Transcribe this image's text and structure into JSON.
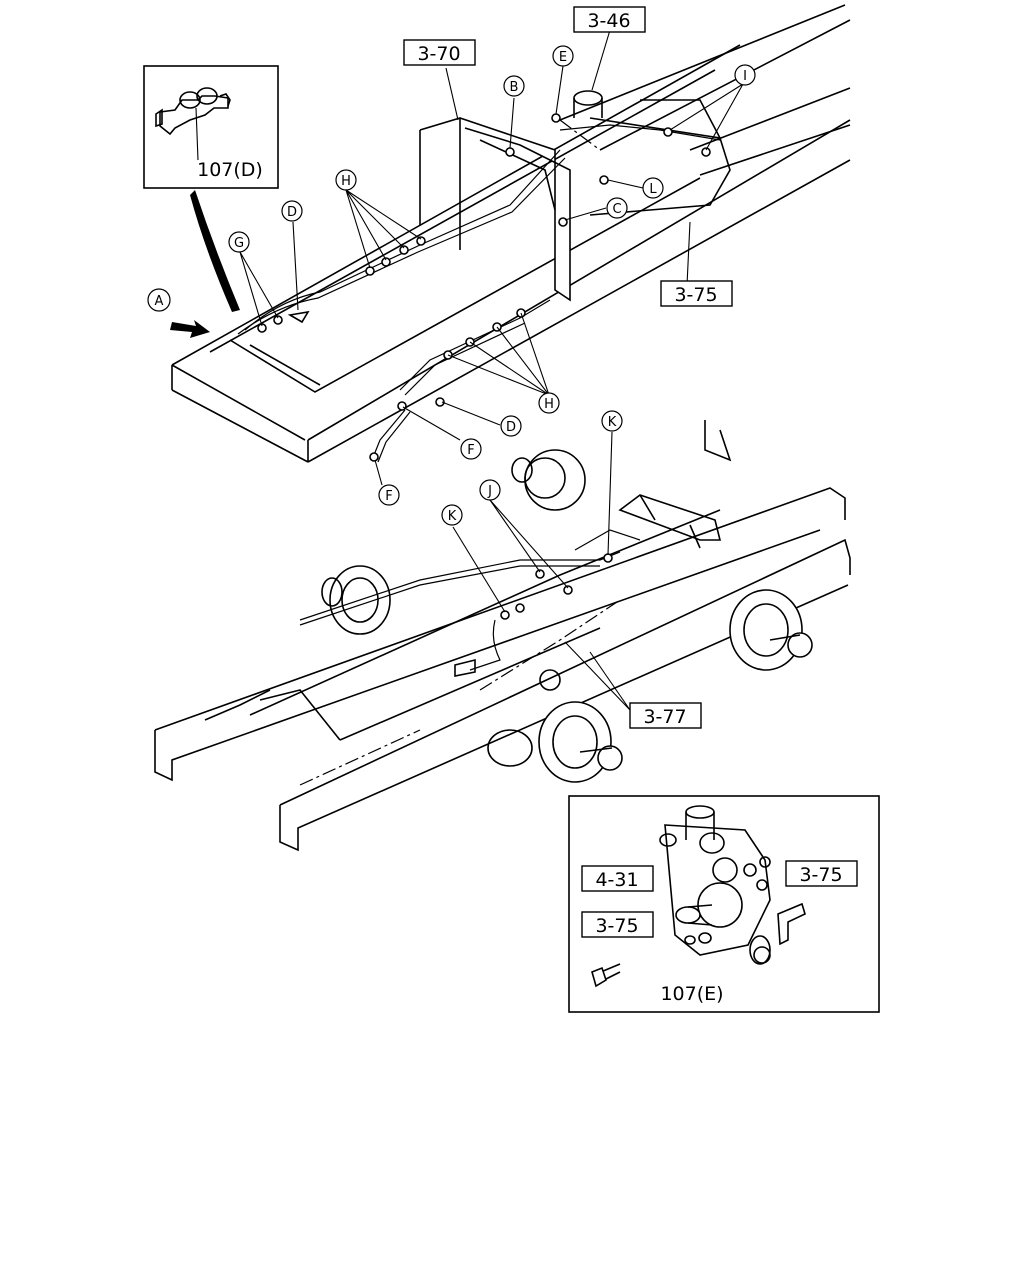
{
  "refs": {
    "r346": "3-46",
    "r370": "3-70",
    "r375_main": "3-75",
    "r377": "3-77",
    "r431": "4-31",
    "r375_right": "3-75",
    "r375_left": "3-75"
  },
  "parts": {
    "p107d": "107(D)",
    "p107e": "107(E)"
  },
  "callouts": {
    "A": "A",
    "B": "B",
    "C": "C",
    "D1": "D",
    "D2": "D",
    "E": "E",
    "F1": "F",
    "F2": "F",
    "G": "G",
    "H1": "H",
    "H2": "H",
    "I": "I",
    "J": "J",
    "K1": "K",
    "K2": "K",
    "L": "L"
  }
}
